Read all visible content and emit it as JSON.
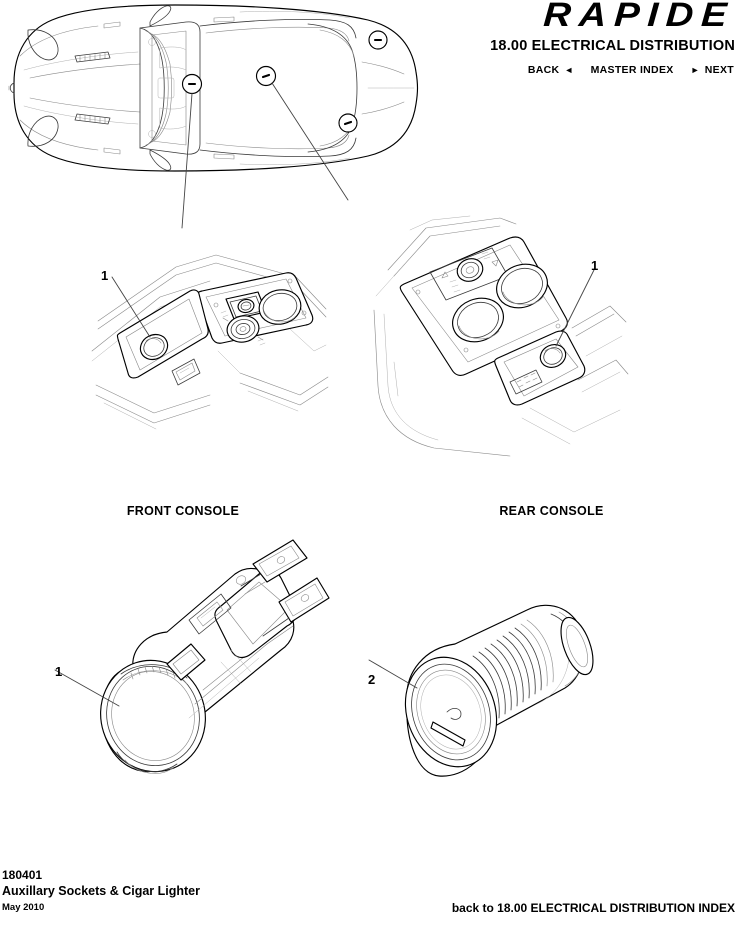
{
  "header": {
    "brand": "RAPIDE",
    "doc_title": "18.00 ELECTRICAL DISTRIBUTION",
    "nav": {
      "back_label": "BACK",
      "back_arrow": "◄",
      "master_index_label": "MASTER INDEX",
      "next_arrow": "►",
      "next_label": "NEXT"
    }
  },
  "figures": {
    "vehicle_plan": {
      "name": "vehicle-plan-view",
      "callouts": [
        "front-console-location",
        "rear-console-location"
      ]
    },
    "front_console": {
      "caption": "FRONT CONSOLE",
      "item_number": "1"
    },
    "rear_console": {
      "caption": "REAR CONSOLE",
      "item_number": "1"
    },
    "socket_assembly": {
      "item_number": "1"
    },
    "cigar_lighter_element": {
      "item_number": "2"
    }
  },
  "footer": {
    "part_number": "180401",
    "part_name": "Auxillary Sockets & Cigar Lighter",
    "date": "May 2010",
    "index_link": "back to 18.00 ELECTRICAL DISTRIBUTION INDEX"
  },
  "colors": {
    "ink": "#000000",
    "detail_gray": "#8a8a8a",
    "paper": "#ffffff"
  }
}
